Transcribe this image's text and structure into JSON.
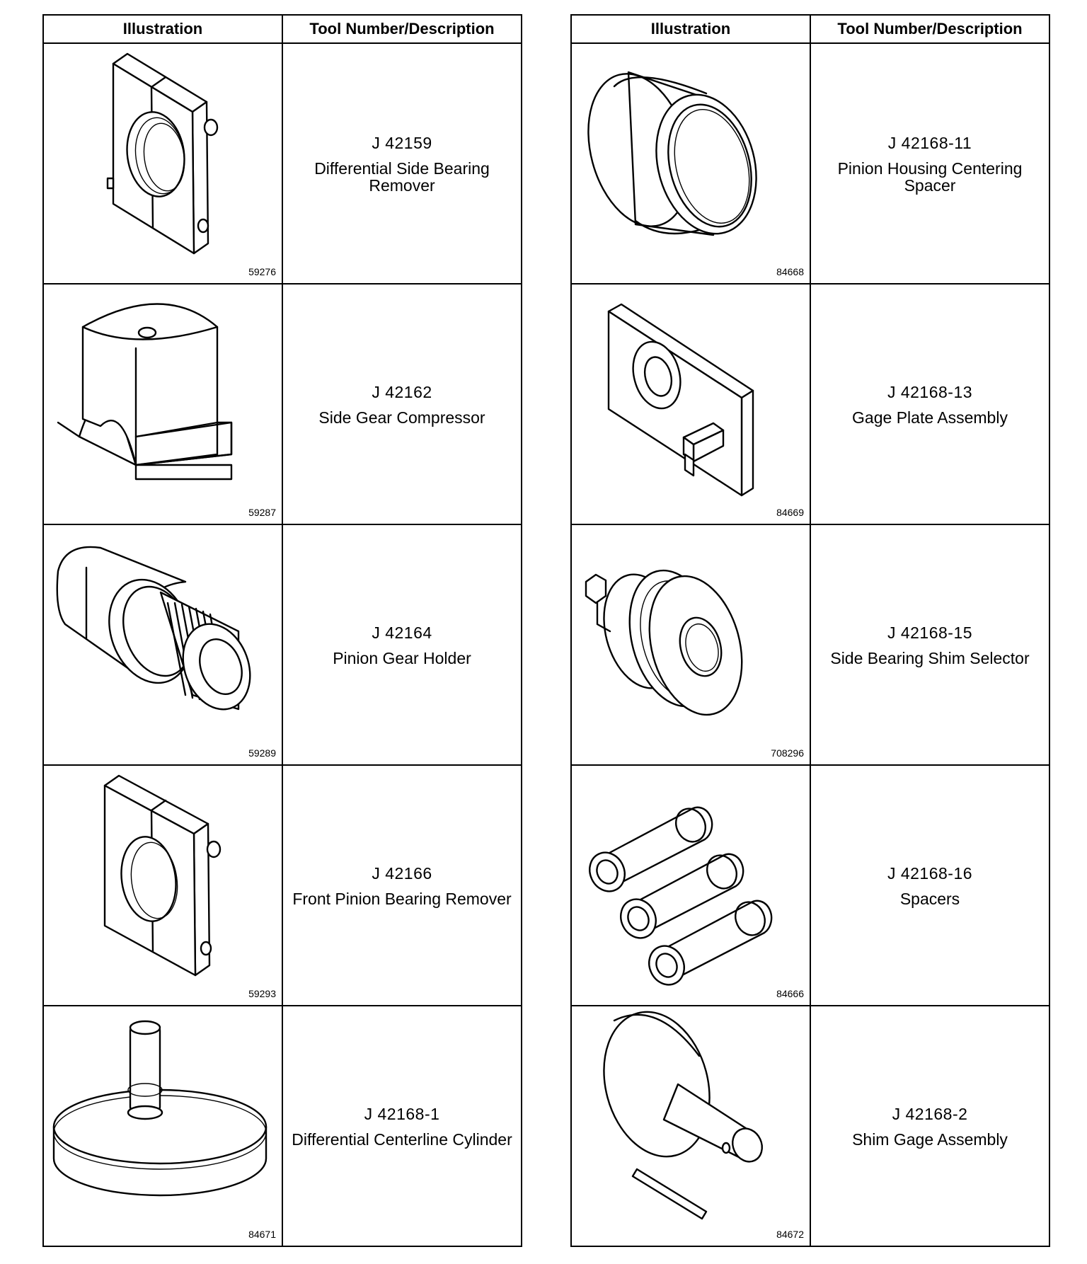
{
  "headers": {
    "illustration": "Illustration",
    "tool": "Tool Number/Description"
  },
  "left": [
    {
      "fig": "59276",
      "number": "J 42159",
      "name": "Differential Side Bearing Remover",
      "icon": "split-plate-bearing-remover-icon"
    },
    {
      "fig": "59287",
      "number": "J 42162",
      "name": "Side Gear Compressor",
      "icon": "side-gear-compressor-icon"
    },
    {
      "fig": "59289",
      "number": "J 42164",
      "name": "Pinion Gear Holder",
      "icon": "splined-pinion-holder-icon"
    },
    {
      "fig": "59293",
      "number": "J 42166",
      "name": "Front Pinion Bearing Remover",
      "icon": "split-plate-bearing-remover-icon"
    },
    {
      "fig": "84671",
      "number": "J 42168-1",
      "name": "Differential Centerline Cylinder",
      "icon": "centerline-cylinder-icon"
    }
  ],
  "right": [
    {
      "fig": "84668",
      "number": "J 42168-11",
      "name": "Pinion Housing Centering Spacer",
      "icon": "centering-spacer-ring-icon"
    },
    {
      "fig": "84669",
      "number": "J 42168-13",
      "name": "Gage Plate Assembly",
      "icon": "gage-plate-icon"
    },
    {
      "fig": "708296",
      "number": "J 42168-15",
      "name": "Side Bearing Shim Selector",
      "icon": "shim-selector-icon"
    },
    {
      "fig": "84666",
      "number": "J 42168-16",
      "name": "Spacers",
      "icon": "tube-spacers-icon"
    },
    {
      "fig": "84672",
      "number": "J 42168-2",
      "name": "Shim Gage Assembly",
      "icon": "shim-gage-icon"
    }
  ]
}
